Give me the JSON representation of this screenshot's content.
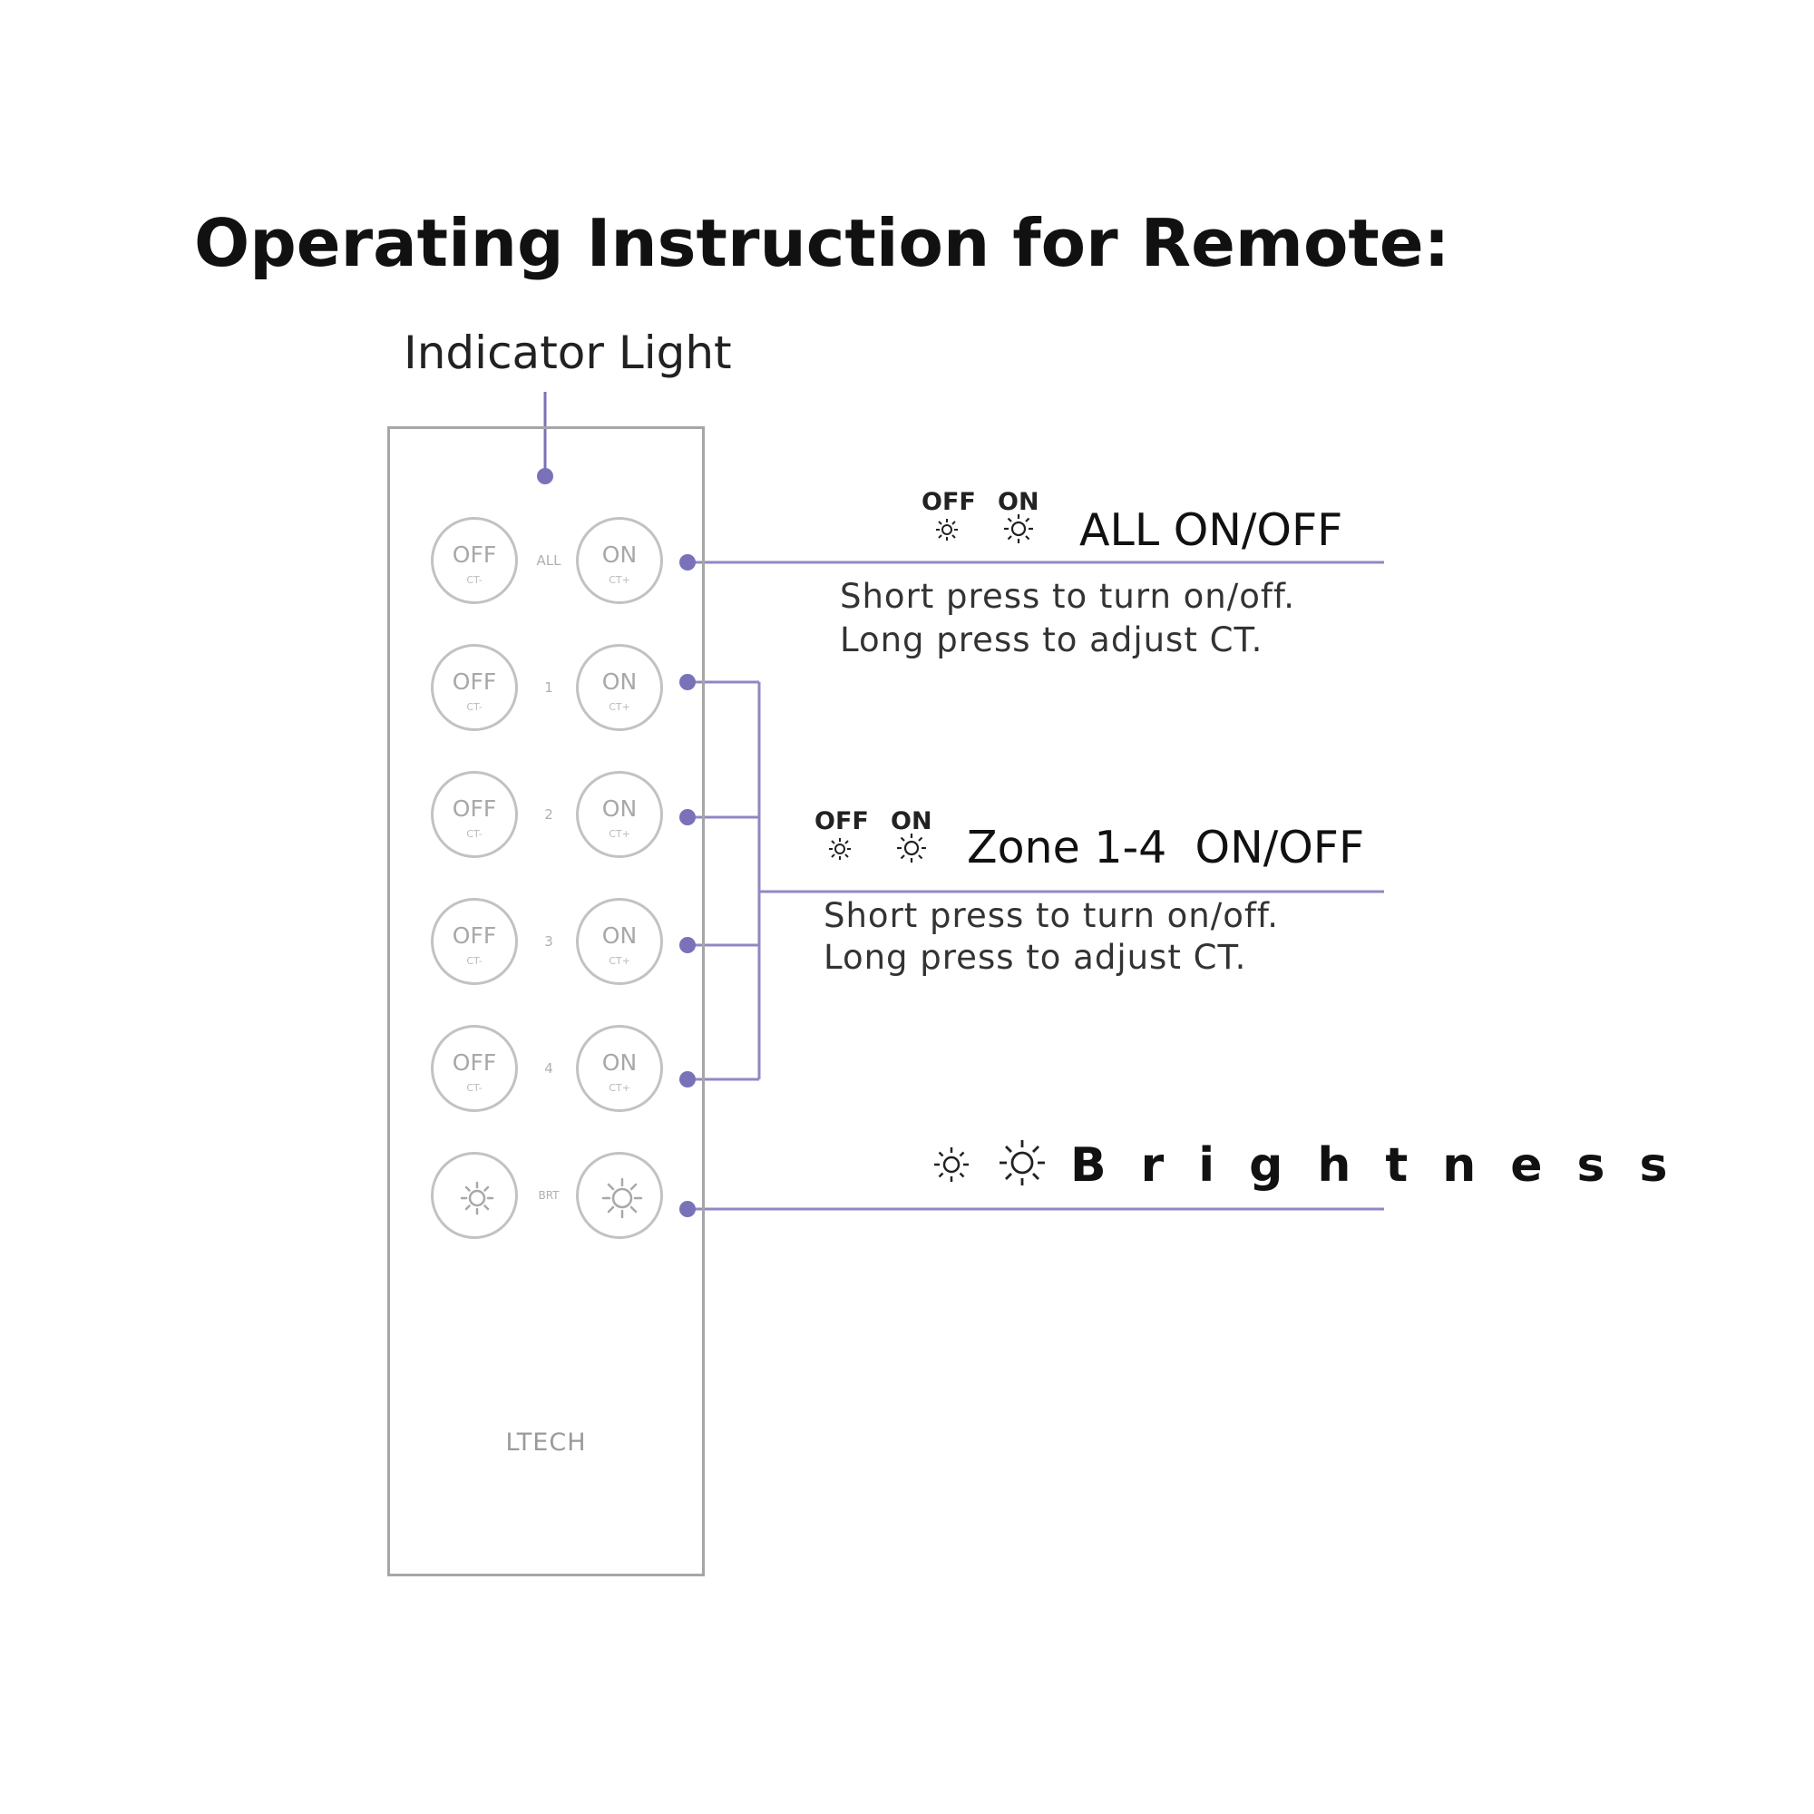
{
  "title": "Operating Instruction for Remote:",
  "indicator_label": "Indicator Light",
  "colors": {
    "accent": "#7a72b8",
    "button_outline": "#c2c2c2",
    "remote_outline": "#a6a6a6"
  },
  "remote": {
    "brand": "LTECH",
    "rows": [
      {
        "label": "ALL",
        "off_main": "OFF",
        "off_sub": "CT-",
        "on_main": "ON",
        "on_sub": "CT+"
      },
      {
        "label": "1",
        "off_main": "OFF",
        "off_sub": "CT-",
        "on_main": "ON",
        "on_sub": "CT+"
      },
      {
        "label": "2",
        "off_main": "OFF",
        "off_sub": "CT-",
        "on_main": "ON",
        "on_sub": "CT+"
      },
      {
        "label": "3",
        "off_main": "OFF",
        "off_sub": "CT-",
        "on_main": "ON",
        "on_sub": "CT+"
      },
      {
        "label": "4",
        "off_main": "OFF",
        "off_sub": "CT-",
        "on_main": "ON",
        "on_sub": "CT+"
      }
    ],
    "brightness_row": {
      "label": "BRT",
      "down_icon": "sun-small-icon",
      "up_icon": "sun-large-icon"
    }
  },
  "annotations": {
    "all": {
      "off_tag": "OFF",
      "on_tag": "ON",
      "heading": "ALL ON/OFF",
      "line1": "Short press to turn on/off.",
      "line2": "Long press to adjust CT."
    },
    "zone": {
      "off_tag": "OFF",
      "on_tag": "ON",
      "heading": "Zone 1-4  ON/OFF",
      "line1": "Short press to turn on/off.",
      "line2": "Long press to adjust CT."
    },
    "brightness": {
      "heading": "Brightness"
    }
  }
}
